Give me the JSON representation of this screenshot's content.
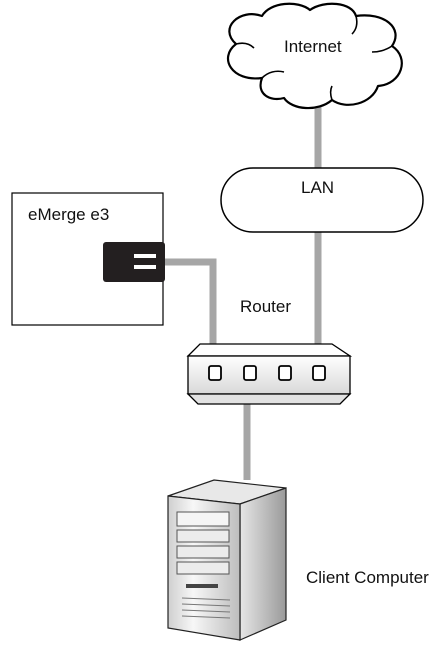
{
  "diagram": {
    "labels": {
      "internet": "Internet",
      "lan": "LAN",
      "device": "eMerge e3",
      "router": "Router",
      "client": "Client Computer"
    },
    "colors": {
      "line": "#000000",
      "cable": "#a6a6a6",
      "port_block": "#231f20",
      "router_fill_top": "#ffffff",
      "router_fill_bottom": "#d7d7d7",
      "tower_light": "#f2f2f2",
      "tower_dark": "#8c8c8c"
    },
    "icons": {
      "cloud": "internet-cloud-icon",
      "lan": "lan-oval-icon",
      "router": "router-icon",
      "computer": "tower-computer-icon"
    }
  }
}
